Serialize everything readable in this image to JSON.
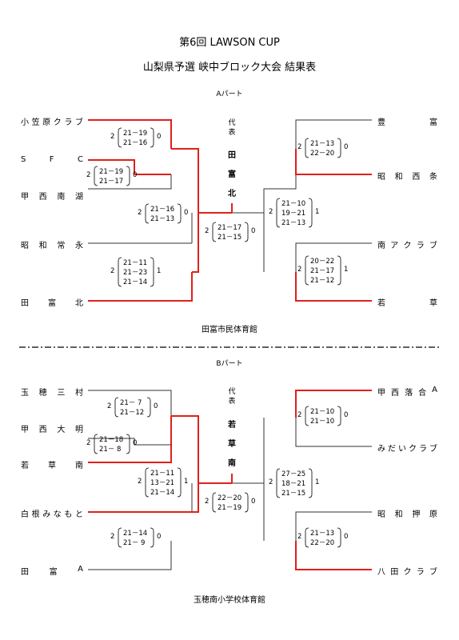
{
  "title1": "第6回 LAWSON CUP",
  "title2": "山梨県予選 峡中ブロック大会 結果表",
  "a": {
    "part": "Aパート",
    "rep_label": [
      "代",
      "表"
    ],
    "champion": [
      "田",
      "富",
      "北"
    ],
    "venue": "田富市民体育館",
    "teams_left": [
      "小笠原クラブ",
      "SFC",
      "甲西南湖",
      "昭和常永",
      "田富北"
    ],
    "teams_right": [
      "豊富",
      "昭和西条",
      "南アクラブ",
      "若草"
    ],
    "s1": {
      "l": "2",
      "r": "0",
      "rows": [
        "21－19",
        "21－16"
      ]
    },
    "s2": {
      "l": "2",
      "r": "0",
      "rows": [
        "21－19",
        "21－17"
      ]
    },
    "s3": {
      "l": "2",
      "r": "0",
      "rows": [
        "21－16",
        "21－13"
      ]
    },
    "s4": {
      "l": "2",
      "r": "1",
      "rows": [
        "21－11",
        "21－23",
        "21－14"
      ]
    },
    "s5": {
      "l": "2",
      "r": "0",
      "rows": [
        "21－17",
        "21－15"
      ]
    },
    "s6": {
      "l": "2",
      "r": "0",
      "rows": [
        "21－13",
        "22－20"
      ]
    },
    "s7": {
      "l": "2",
      "r": "1",
      "rows": [
        "21－10",
        "19－21",
        "21－13"
      ]
    },
    "s8": {
      "l": "2",
      "r": "1",
      "rows": [
        "20－22",
        "21－17",
        "21－12"
      ]
    }
  },
  "b": {
    "part": "Bパート",
    "rep_label": [
      "代",
      "表"
    ],
    "champion": [
      "若",
      "草",
      "南"
    ],
    "venue": "玉穂南小学校体育館",
    "teams_left": [
      "玉穂三村",
      "甲西大明",
      "若草南",
      "白根みなもと",
      "田富A"
    ],
    "teams_right": [
      "甲西落合A",
      "みだいクラブ",
      "昭和押原",
      "八田クラブ"
    ],
    "s1": {
      "l": "2",
      "r": "0",
      "rows": [
        "21－ 7",
        "21－12"
      ]
    },
    "s2": {
      "l": "2",
      "r": "0",
      "rows": [
        "21－18",
        "21－ 8"
      ]
    },
    "s3": {
      "l": "2",
      "r": "1",
      "rows": [
        "21－11",
        "13－21",
        "21－14"
      ]
    },
    "s4": {
      "l": "2",
      "r": "0",
      "rows": [
        "21－14",
        "21－ 9"
      ]
    },
    "s5": {
      "l": "2",
      "r": "0",
      "rows": [
        "22－20",
        "21－19"
      ]
    },
    "s6": {
      "l": "2",
      "r": "0",
      "rows": [
        "21－10",
        "21－10"
      ]
    },
    "s7": {
      "l": "2",
      "r": "1",
      "rows": [
        "27－25",
        "18－21",
        "21－15"
      ]
    },
    "s8": {
      "l": "2",
      "r": "0",
      "rows": [
        "21－13",
        "22－20"
      ]
    }
  },
  "colors": {
    "win": "#e0201b",
    "line": "#333333"
  }
}
